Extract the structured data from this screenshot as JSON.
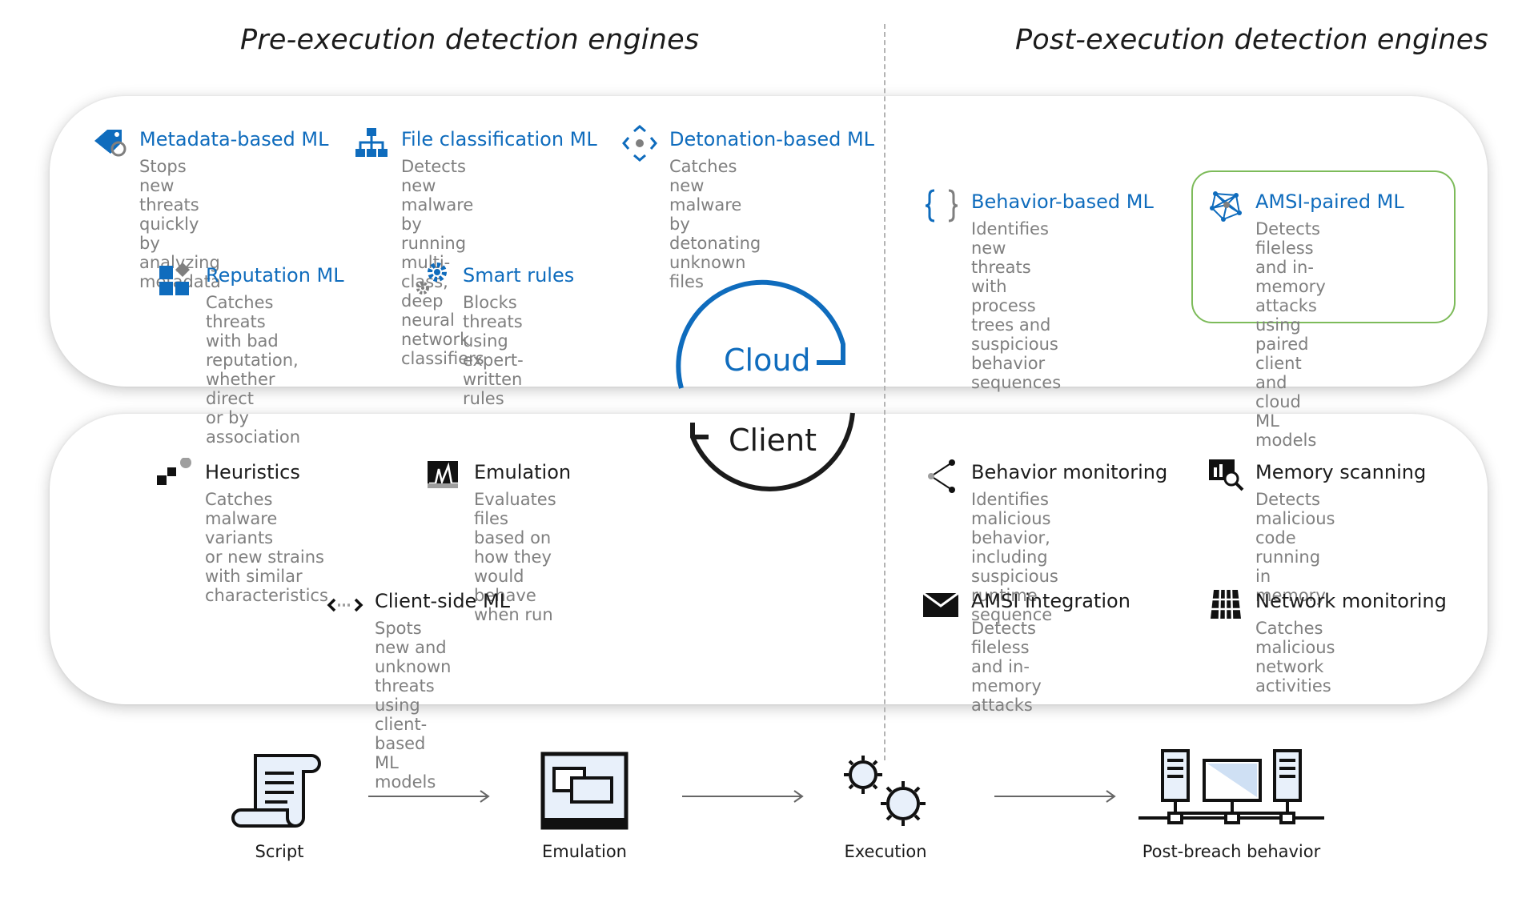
{
  "headings": {
    "pre": "Pre-execution detection engines",
    "post": "Post-execution detection engines"
  },
  "cloud_label": "Cloud",
  "client_label": "Client",
  "cloud_items": {
    "metadata": {
      "title": "Metadata-based ML",
      "desc": "Stops new threats quickly\nby analyzing metadata",
      "icon": "tag-icon"
    },
    "file_class": {
      "title": "File classification ML",
      "desc": "Detects new malware by\nrunning multi-class, deep\nneural network classifiers",
      "icon": "hierarchy-icon"
    },
    "detonation": {
      "title": "Detonation-based ML",
      "desc": "Catches new malware by\ndetonating unknown\nfiles",
      "icon": "detonation-icon"
    },
    "reputation": {
      "title": "Reputation ML",
      "desc": "Catches threats with bad\nreputation, whether direct\nor by association",
      "icon": "grid-diamond-icon"
    },
    "smart_rules": {
      "title": "Smart rules",
      "desc": "Blocks threats using\nexpert-written rules",
      "icon": "gears-icon"
    },
    "behavior_ml": {
      "title": "Behavior-based ML",
      "desc": "Identifies new threats\nwith process trees and\nsuspicious behavior\nsequences",
      "icon": "braces-icon"
    },
    "amsi_ml": {
      "title": "AMSI-paired ML",
      "desc": "Detects fileless and in-\nmemory attacks using\npaired client and cloud\nML models",
      "icon": "network-icon"
    }
  },
  "client_items": {
    "heuristics": {
      "title": "Heuristics",
      "desc": "Catches malware variants\nor new strains with similar\ncharacteristics",
      "icon": "squares-icon"
    },
    "emulation": {
      "title": "Emulation",
      "desc": "Evaluates files based on\nhow they would behave\nwhen run",
      "icon": "waveform-icon"
    },
    "client_ml": {
      "title": "Client-side ML",
      "desc": "Spots new and unknown\nthreats using client-based\nML models",
      "icon": "code-arrows-icon"
    },
    "behavior_mon": {
      "title": "Behavior monitoring",
      "desc": "Identifies malicious\nbehavior, including\nsuspicious runtime\nsequence",
      "icon": "share-icon"
    },
    "memory_scan": {
      "title": "Memory scanning",
      "desc": "Detects malicious code\nrunning in memory",
      "icon": "chart-magnifier-icon"
    },
    "amsi_int": {
      "title": "AMSI integration",
      "desc": "Detects fileless and in-\nmemory attacks",
      "icon": "envelope-icon"
    },
    "network_mon": {
      "title": "Network monitoring",
      "desc": "Catches malicious\nnetwork activities",
      "icon": "firewall-icon"
    }
  },
  "stages": [
    {
      "label": "Script",
      "icon": "script-icon"
    },
    {
      "label": "Emulation",
      "icon": "emulation-window-icon"
    },
    {
      "label": "Execution",
      "icon": "execution-gears-icon"
    },
    {
      "label": "Post-breach behavior",
      "icon": "computers-network-icon"
    }
  ],
  "colors": {
    "accent_blue": "#0f6cbd",
    "highlight_green": "#7dbb5a",
    "text_dark": "#1b1b1b",
    "text_gray": "#7f7f7f"
  }
}
